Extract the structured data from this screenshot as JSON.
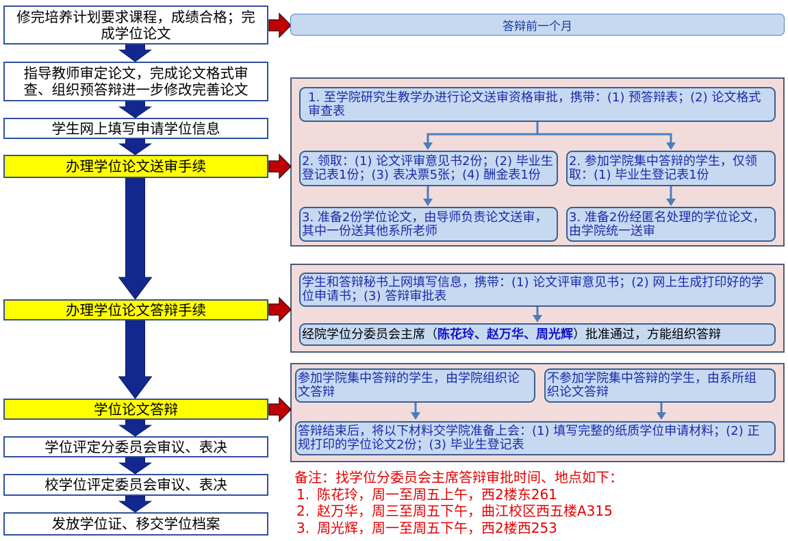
{
  "colors": {
    "flow_arrow": "#13288f",
    "pointer_arrow": "#c00000",
    "highlight_step": "#ffff00",
    "panel_background": "#f2dcdb",
    "info_box": "#c6d9f1",
    "connector_arrow": "#4a7ebb",
    "remark_text": "#e60000"
  },
  "left_steps": [
    {
      "text": "修完培养计划要求课程，成绩合格；完成学位论文",
      "highlight": false
    },
    {
      "text": "指导教师审定论文，完成论文格式审查、组织预答辩进一步修改完善论文",
      "highlight": false
    },
    {
      "text": "学生网上填写申请学位信息",
      "highlight": false
    },
    {
      "text": "办理学位论文送审手续",
      "highlight": true
    },
    {
      "text": "办理学位论文答辩手续",
      "highlight": true
    },
    {
      "text": "学位论文答辩",
      "highlight": true
    },
    {
      "text": "学位评定分委员会审议、表决",
      "highlight": false
    },
    {
      "text": "校学位评定委员会审议、表决",
      "highlight": false
    },
    {
      "text": "发放学位证、移交学位档案",
      "highlight": false
    }
  ],
  "timing_note": "答辩前一个月",
  "review_panel": {
    "step1": "1. 至学院研究生教学办进行论文送审资格审批，携带：(1) 预答辩表；(2) 论文格式审查表",
    "step2_standard": "2. 领取：(1) 论文评审意见书2份；(2) 毕业生登记表1份；(3) 表决票5张；(4) 酬金表1份",
    "step2_college": "2. 参加学院集中答辩的学生，仅领取：(1) 毕业生登记表1份",
    "step3_standard": "3. 准备2份学位论文，由导师负责论文送审，其中一份送其他系所老师",
    "step3_college": "3. 准备2份经匿名处理的学位论文，由学院统一送审"
  },
  "defense_application_panel": {
    "step1": "学生和答辩秘书上网填写信息，携带：(1) 论文评审意见书；(2) 网上生成打印好的学位申请书；(3) 答辩审批表",
    "approval_prefix": "经院学位分委员会主席（",
    "approval_names": "陈花玲、赵万华、周光辉",
    "approval_suffix": "）批准通过，方能组织答辩"
  },
  "defense_panel": {
    "college_defense": "参加学院集中答辩的学生，由学院组织论文答辩",
    "department_defense": "不参加学院集中答辩的学生，由系所组织论文答辩",
    "after_defense": "答辩结束后，将以下材料交学院准备上会：(1) 填写完整的纸质学位申请材料；(2) 正规打印的学位论文2份；(3) 毕业生登记表"
  },
  "remarks": {
    "title": "备注：找学位分委员会主席答辩审批时间、地点如下：",
    "items": [
      {
        "num": "1.",
        "text": "陈花玲，周一至周五上午，西2楼东261"
      },
      {
        "num": "2.",
        "text": "赵万华，周三至周五下午，曲江校区西五楼A315"
      },
      {
        "num": "3.",
        "text": "周光辉，周一至周五下午，西2楼西253"
      }
    ]
  }
}
